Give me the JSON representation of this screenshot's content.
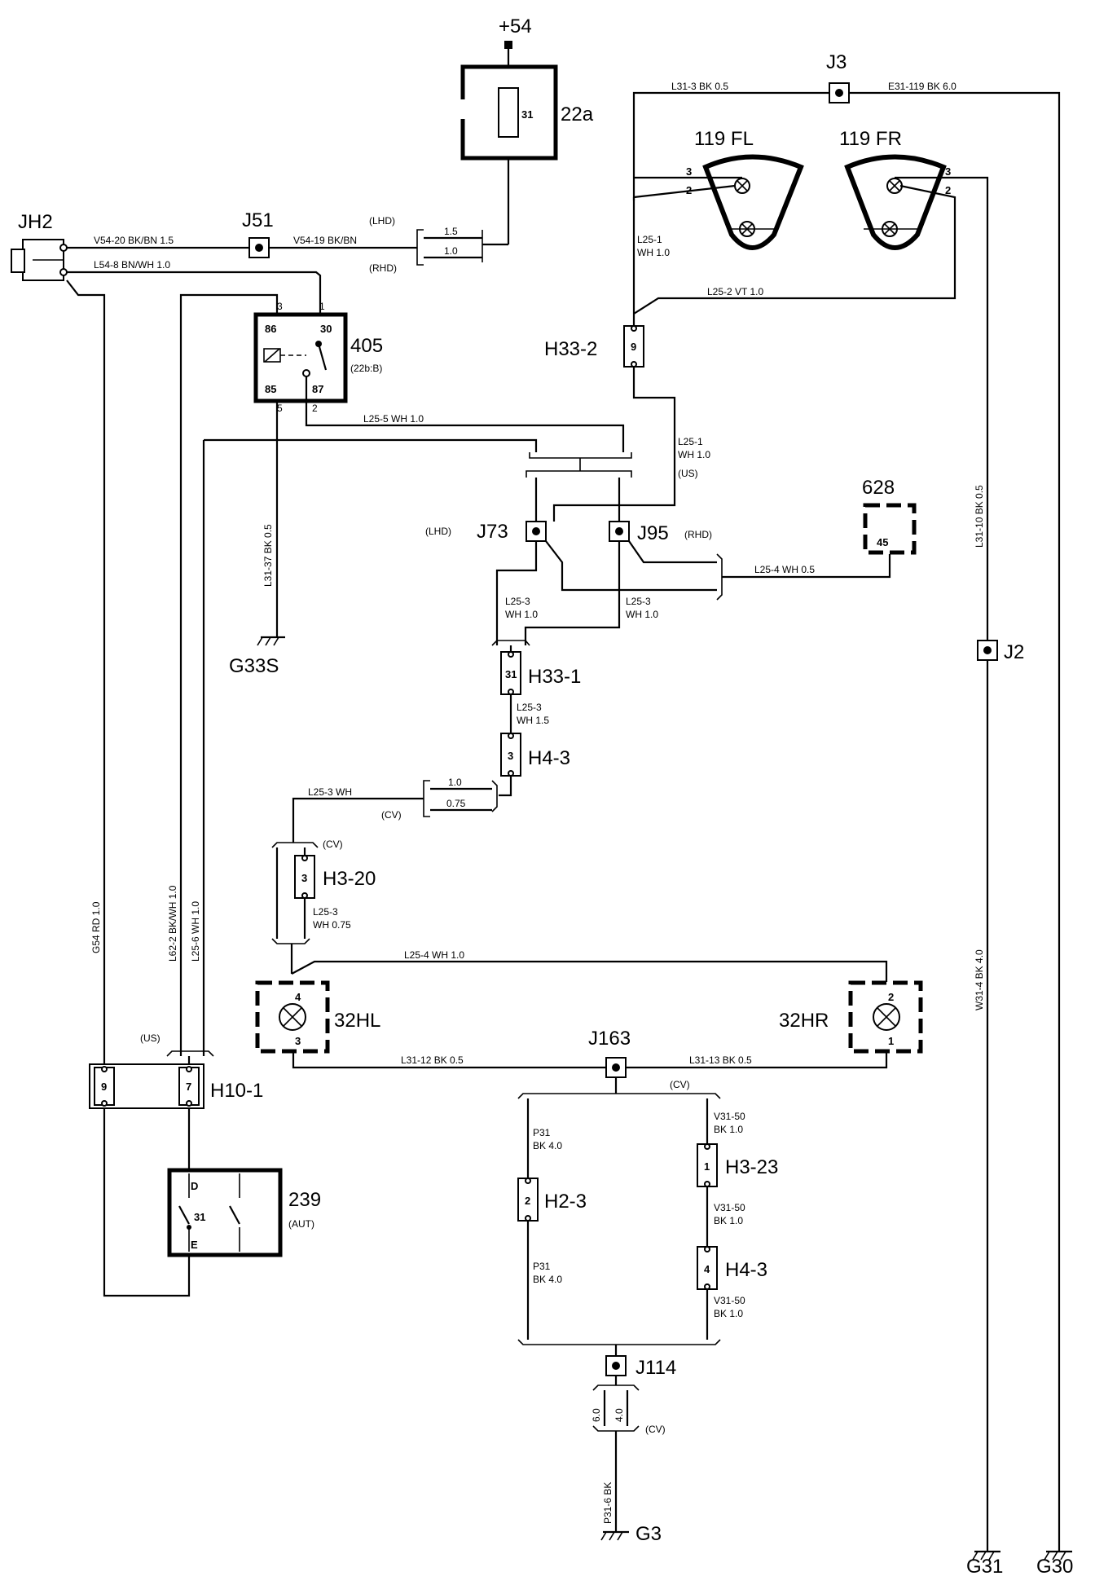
{
  "components": {
    "plus54": "+54",
    "fuse_box": "22a",
    "fuse_pin": "31",
    "jh2": "JH2",
    "j51": "J51",
    "relay": "405",
    "relay_sub": "(22b:B)",
    "relay_pins": [
      "86",
      "30",
      "85",
      "87"
    ],
    "relay_terms": [
      "3",
      "1",
      "5",
      "2"
    ],
    "j3": "J3",
    "lamp_fl": "119 FL",
    "lamp_fr": "119 FR",
    "h33_2": "H33-2",
    "h33_2_pin": "9",
    "j73": "J73",
    "j95": "J95",
    "c628": "628",
    "c628_pin": "45",
    "g33s": "G33S",
    "h33_1": "H33-1",
    "h33_1_pin": "31",
    "h4_3a": "H4-3",
    "h4_3a_pin": "3",
    "h3_20": "H3-20",
    "h3_20_pin": "3",
    "hl": "32HL",
    "hr": "32HR",
    "hl_pins": [
      "4",
      "3"
    ],
    "hr_pins": [
      "2",
      "1"
    ],
    "j163": "J163",
    "h10_1": "H10-1",
    "h10_pins": [
      "9",
      "7"
    ],
    "sw": "239",
    "sw_sub": "(AUT)",
    "sw_pins": [
      "D",
      "31",
      "E"
    ],
    "h2_3": "H2-3",
    "h2_3_pin": "2",
    "h3_23": "H3-23",
    "h3_23_pin": "1",
    "h4_3b": "H4-3",
    "h4_3b_pin": "4",
    "j114": "J114",
    "j2": "J2",
    "g3": "G3",
    "g31": "G31",
    "g30": "G30",
    "fl_pins": [
      "3",
      "2"
    ],
    "fr_pins": [
      "3",
      "2"
    ]
  },
  "wires": {
    "v54_20": "V54-20   BK/BN   1.5",
    "v54_19": "V54-19   BK/BN",
    "l54_8": "L54-8   BN/WH   1.0",
    "lhd_1": "(LHD)",
    "rhd_1": "(RHD)",
    "opt_15": "1.5",
    "opt_10": "1.0",
    "l31_3": "L31-3    BK    0.5",
    "e31_119": "E31-119    BK    6.0",
    "l25_1_top": [
      "L25-1",
      "WH   1.0"
    ],
    "l25_2": "L25-2    VT    1.0",
    "l25_5": "L25-5    WH    1.0",
    "l25_1_mid": [
      "L25-1",
      "WH   1.0",
      "(US)"
    ],
    "lhd_2": "(LHD)",
    "rhd_2": "(RHD)",
    "l25_4_top": "L25-4    WH    0.5",
    "l25_3_a": [
      "L25-3",
      "WH   1.0"
    ],
    "l25_3_b": [
      "L25-3",
      "WH   1.0"
    ],
    "l31_37": "L31-37    BK    0.5",
    "l25_3_c": [
      "L25-3",
      "WH   1.5"
    ],
    "l25_3_d": "L25-3     WH",
    "opt_10b": "1.0",
    "opt_075": "0.75",
    "cv_1": "(CV)",
    "cv_2": "(CV)",
    "l25_3_e": [
      "L25-3",
      "WH   0.75"
    ],
    "l25_4_bot": "L25-4    WH    1.0",
    "l31_12": "L31-12    BK    0.5",
    "l31_13": "L31-13    BK    0.5",
    "cv_3": "(CV)",
    "p31_a": [
      "P31",
      "BK   4.0"
    ],
    "p31_b": [
      "P31",
      "BK   4.0"
    ],
    "v31_50a": [
      "V31-50",
      "BK   1.0"
    ],
    "v31_50b": [
      "V31-50",
      "BK   1.0"
    ],
    "v31_50c": [
      "V31-50",
      "BK   1.0"
    ],
    "g54": "G54    RD    1.0",
    "l62_2": "L62-2    BK/WH   1.0",
    "l25_6": "L25-6    WH    1.0",
    "us_1": "(US)",
    "l31_10": "L31-10    BK    0.5",
    "w31_4": "W31-4    BK    4.0",
    "p31_6": "P31-6    BK",
    "opt_60": "6.0",
    "opt_40": "4.0",
    "cv_4": "(CV)"
  }
}
